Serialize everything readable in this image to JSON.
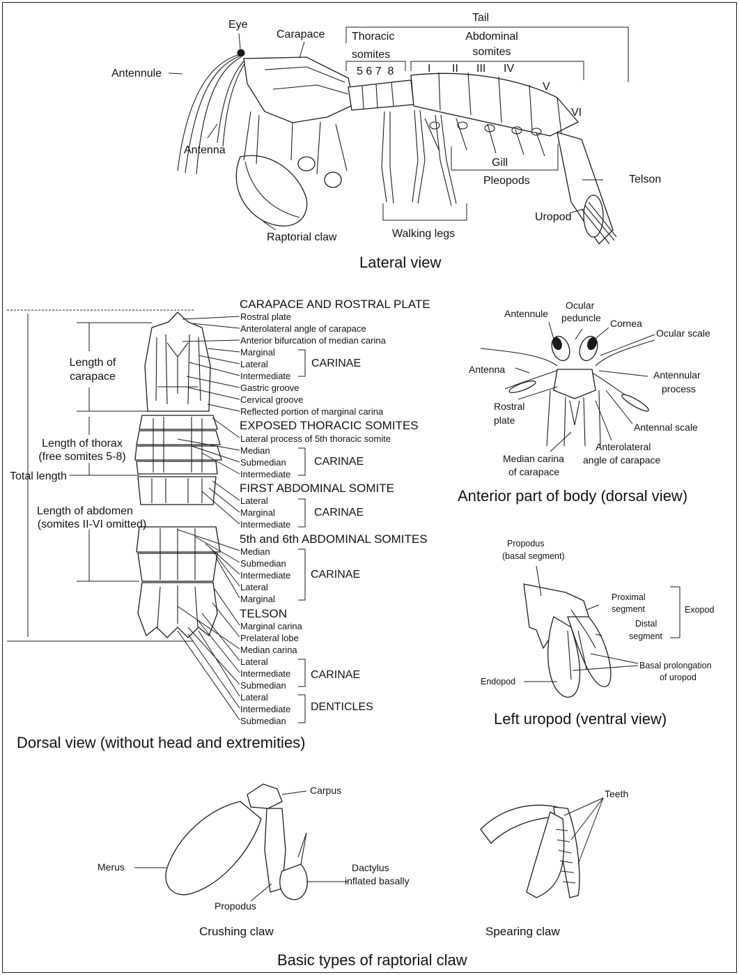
{
  "lateral": {
    "caption": "Lateral view",
    "tail": "Tail",
    "eye": "Eye",
    "carapace": "Carapace",
    "thoracic": "Thoracic",
    "somites": "somites",
    "thoracic_numbers": "5 6 7  8",
    "abdominal": "Abdominal",
    "abdominal_somites": "somites",
    "roman": [
      "I",
      "II",
      "III",
      "IV",
      "V",
      "VI"
    ],
    "antennule": "Antennule",
    "antenna": "Antenna",
    "raptorial_claw": "Raptorial claw",
    "walking_legs": "Walking legs",
    "gill": "Gill",
    "pleopods": "Pleopods",
    "telson": "Telson",
    "uropod": "Uropod"
  },
  "dorsal": {
    "caption": "Dorsal view (without head and extremities)",
    "length_of_carapace": [
      "Length of",
      "carapace"
    ],
    "length_of_thorax": [
      "Length of thorax",
      "(free somites 5-8)"
    ],
    "total_length": "Total length",
    "length_of_abdomen": [
      "Length of abdomen",
      "(somites II-VI omitted)"
    ],
    "sections": [
      {
        "title": "CARAPACE AND ROSTRAL PLATE",
        "items": [
          "Rostral plate",
          "Anterolateral angle of carapace",
          "Anterior bifurcation of median carina",
          "Marginal",
          "Lateral",
          "Intermediate",
          "Gastric groove",
          "Cervical groove",
          "Reflected portion of marginal carina"
        ]
      },
      {
        "title": "EXPOSED THORACIC SOMITES",
        "items": [
          "Lateral process of 5th thoracic somite",
          "Median",
          "Submedian",
          "Intermediate"
        ]
      },
      {
        "title": "FIRST ABDOMINAL SOMITE",
        "items": [
          "Lateral",
          "Marginal",
          "Intermediate"
        ]
      },
      {
        "title": "5th and 6th ABDOMINAL SOMITES",
        "items": [
          "Median",
          "Submedian",
          "Intermediate",
          "Lateral",
          "Marginal"
        ]
      },
      {
        "title": "TELSON",
        "items": [
          "Marginal carina",
          "Prelateral lobe",
          "Median carina",
          "Lateral",
          "Intermediate",
          "Submedian",
          "Lateral",
          "Intermediate",
          "Submedian"
        ]
      }
    ],
    "carinae": "CARINAE",
    "denticles": "DENTICLES"
  },
  "anterior": {
    "caption": "Anterior part of body (dorsal view)",
    "antennule": "Antennule",
    "ocular_peduncle": [
      "Ocular",
      "peduncle"
    ],
    "cornea": "Cornea",
    "ocular_scale": "Ocular scale",
    "antenna": "Antenna",
    "antennular_process": [
      "Antennular",
      "process"
    ],
    "rostral_plate": [
      "Rostral",
      "plate"
    ],
    "antennal_scale": "Antennal scale",
    "anterolateral_angle": [
      "Anterolateral",
      "angle of carapace"
    ],
    "median_carina": [
      "Median carina",
      "of carapace"
    ]
  },
  "uropod": {
    "caption": "Left uropod (ventral view)",
    "propodus": [
      "Propodus",
      "(basal segment)"
    ],
    "proximal_segment": [
      "Proximal",
      "segment"
    ],
    "distal_segment": [
      "Distal",
      "segment"
    ],
    "exopod": "Exopod",
    "basal_prolongation": [
      "Basal prolongation",
      "of uropod"
    ],
    "endopod": "Endopod"
  },
  "claws": {
    "caption": "Basic types of raptorial claw",
    "carpus": "Carpus",
    "merus": "Merus",
    "dactylus": [
      "Dactylus",
      "inflated basally"
    ],
    "propodus": "Propodus",
    "crushing_claw": "Crushing claw",
    "teeth": "Teeth",
    "spearing_claw": "Spearing claw"
  }
}
